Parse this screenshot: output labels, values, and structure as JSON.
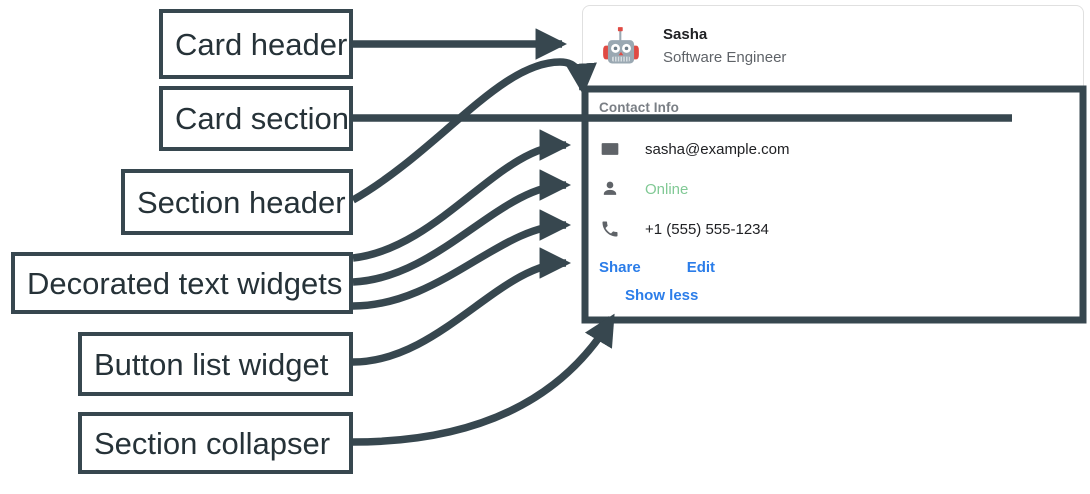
{
  "annotations": {
    "callouts": [
      {
        "label": "Card header",
        "target": "card-header"
      },
      {
        "label": "Card section",
        "target": "card-section-body"
      },
      {
        "label": "Section header",
        "target": "contact-info-header"
      },
      {
        "label": "Decorated text widgets",
        "target": "text-rows"
      },
      {
        "label": "Button list widget",
        "target": "button-list"
      },
      {
        "label": "Section collapser",
        "target": "show-less-link"
      }
    ],
    "box_border_color": "#37474f",
    "box_text_color": "#263238",
    "arrow_color": "#37474f"
  },
  "card": {
    "border_color": "#e0e0e0",
    "header": {
      "avatar_icon": "robot-avatar-icon",
      "title": "Sasha",
      "subtitle": "Software Engineer"
    },
    "section": {
      "header": "Contact Info",
      "rows": [
        {
          "icon": "email-icon",
          "icon_name": "email-icon",
          "text": "sasha@example.com",
          "color": "#202124"
        },
        {
          "icon": "person-icon",
          "icon_name": "person-icon",
          "text": "Online",
          "color": "#81c995"
        },
        {
          "icon": "phone-icon",
          "icon_name": "phone-icon",
          "text": "+1 (555) 555-1234",
          "color": "#202124"
        }
      ],
      "buttons": [
        {
          "label": "Share"
        },
        {
          "label": "Edit"
        }
      ],
      "collapser": {
        "label": "Show less"
      },
      "link_color": "#2b7de9"
    }
  }
}
